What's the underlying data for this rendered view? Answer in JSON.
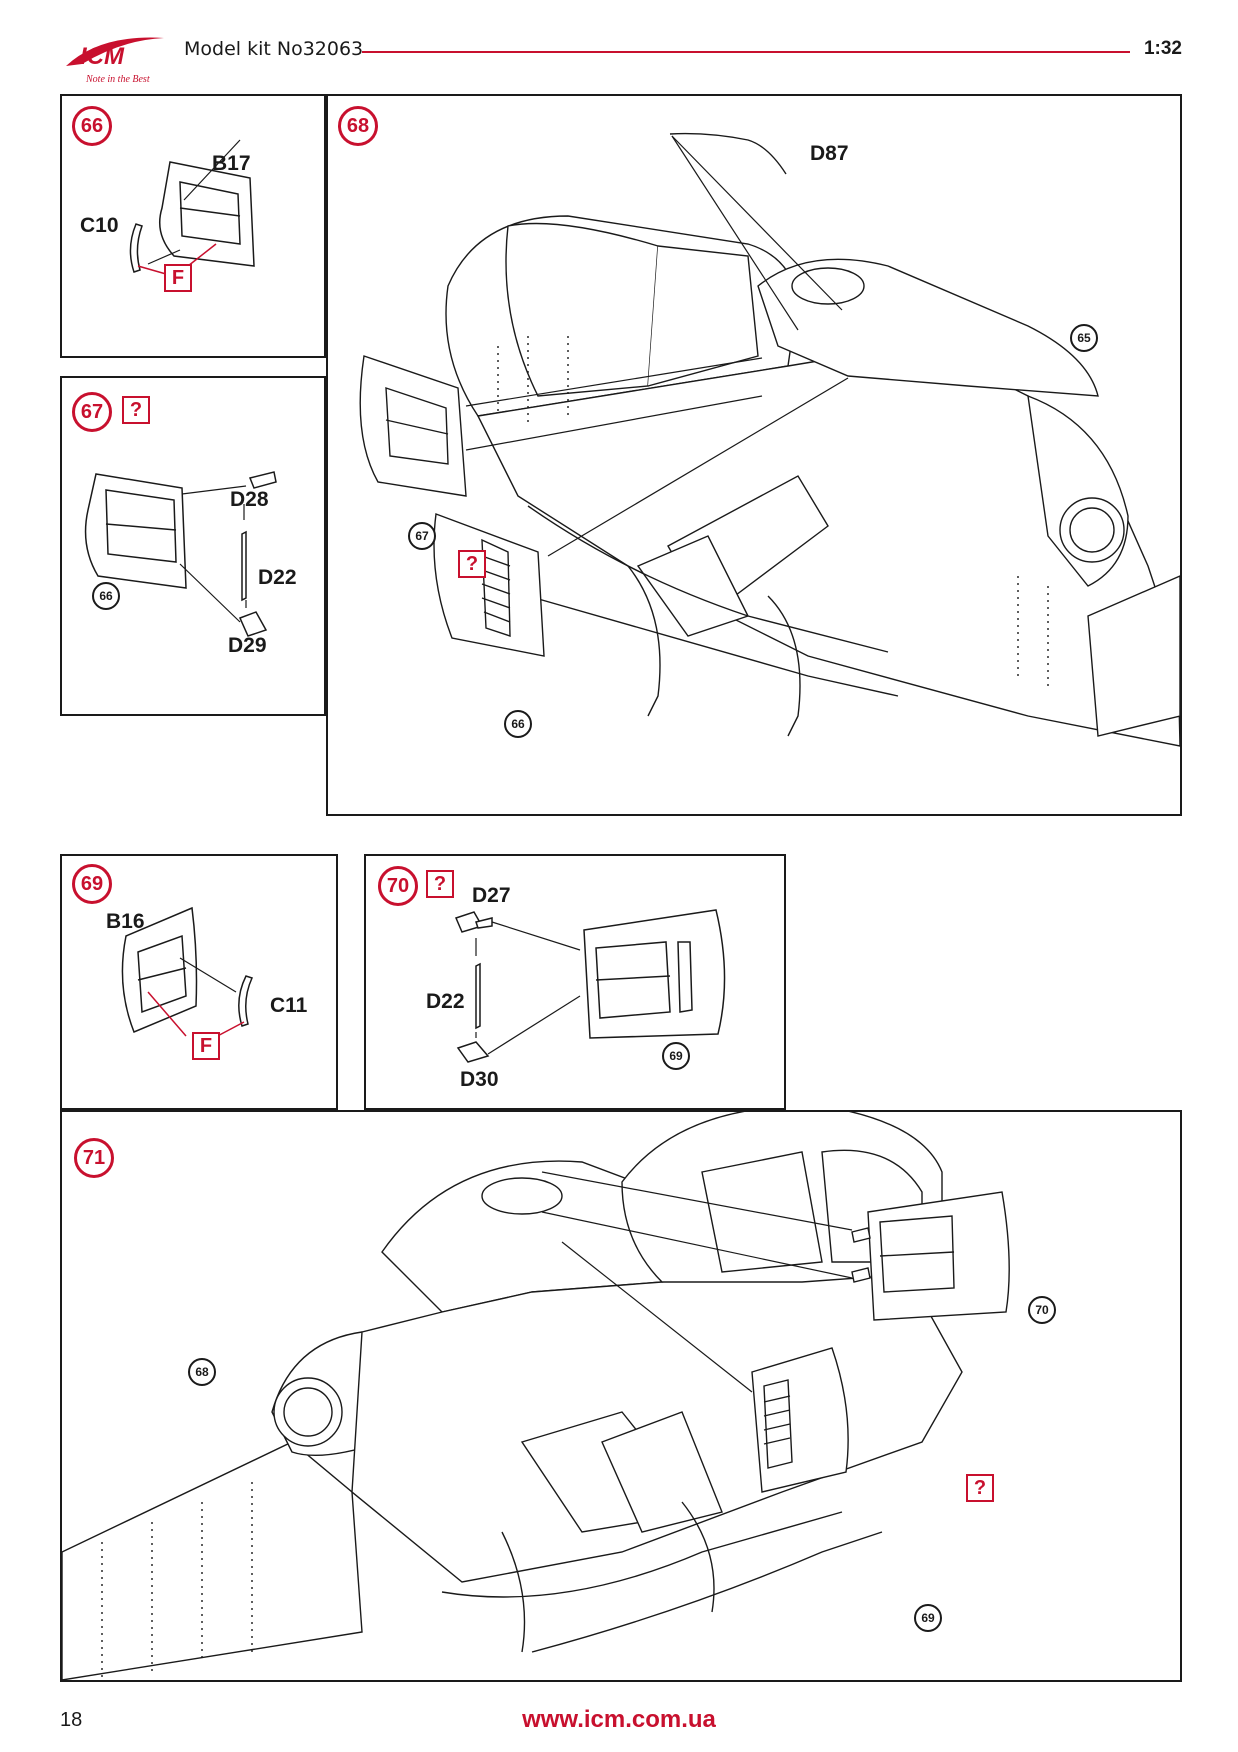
{
  "header": {
    "logo_text": "ICM",
    "logo_tagline": "Note in the Best",
    "title": "Model kit No32063",
    "scale": "1:32"
  },
  "steps": {
    "s66": {
      "number": "66",
      "parts": {
        "b17": "B17",
        "c10": "C10"
      },
      "flag": "F"
    },
    "s67": {
      "number": "67",
      "flag": "?",
      "parts": {
        "d28": "D28",
        "d22": "D22",
        "d29": "D29"
      },
      "ref": "66"
    },
    "s68": {
      "number": "68",
      "parts": {
        "d87": "D87"
      },
      "refs": {
        "r65": "65",
        "r67": "67",
        "r66": "66"
      },
      "flag": "?"
    },
    "s69": {
      "number": "69",
      "parts": {
        "b16": "B16",
        "c11": "C11"
      },
      "flag": "F"
    },
    "s70": {
      "number": "70",
      "flag": "?",
      "parts": {
        "d27": "D27",
        "d22": "D22",
        "d30": "D30"
      },
      "ref": "69"
    },
    "s71": {
      "number": "71",
      "refs": {
        "r68": "68",
        "r70": "70",
        "r69": "69"
      },
      "flag": "?"
    }
  },
  "footer": {
    "page_number": "18",
    "website": "www.icm.com.ua"
  },
  "colors": {
    "accent": "#c8102e",
    "ink": "#1a1a1a"
  }
}
